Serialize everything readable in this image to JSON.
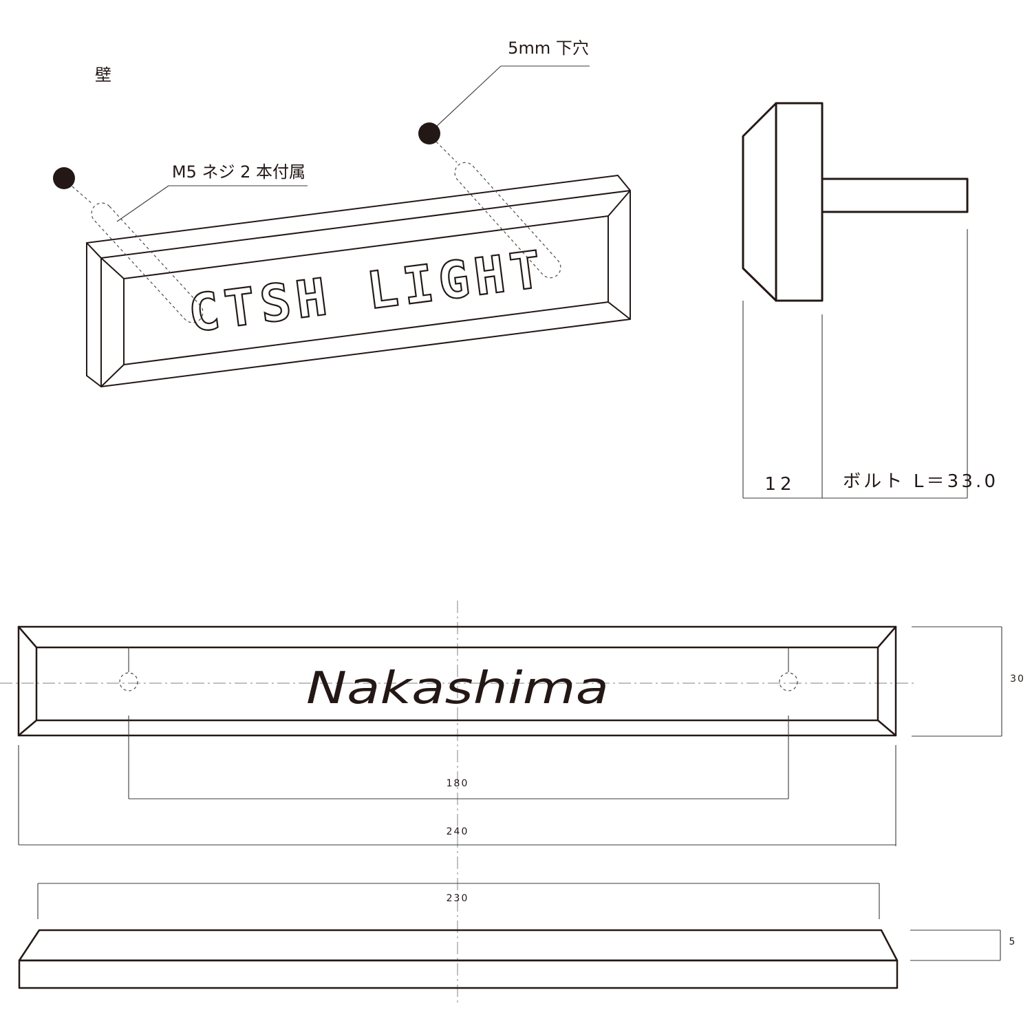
{
  "drawing": {
    "wall_label": "壁",
    "pilot_hole_label": "5mm 下穴",
    "screw_label": "M5 ネジ 2 本付属",
    "engraving_sample": "CTSH LIGHT"
  },
  "side_view": {
    "plate_thickness": "12",
    "bolt_length": "ボルト L＝33.0"
  },
  "front_view": {
    "name_sample": "Nakashima",
    "height": "30",
    "hole_pitch": "180",
    "overall_width": "240"
  },
  "profile_view": {
    "face_width": "230",
    "thickness": "5"
  },
  "colors": {
    "line": "#231815",
    "center_line": "#9a9a9a",
    "background": "#ffffff"
  }
}
